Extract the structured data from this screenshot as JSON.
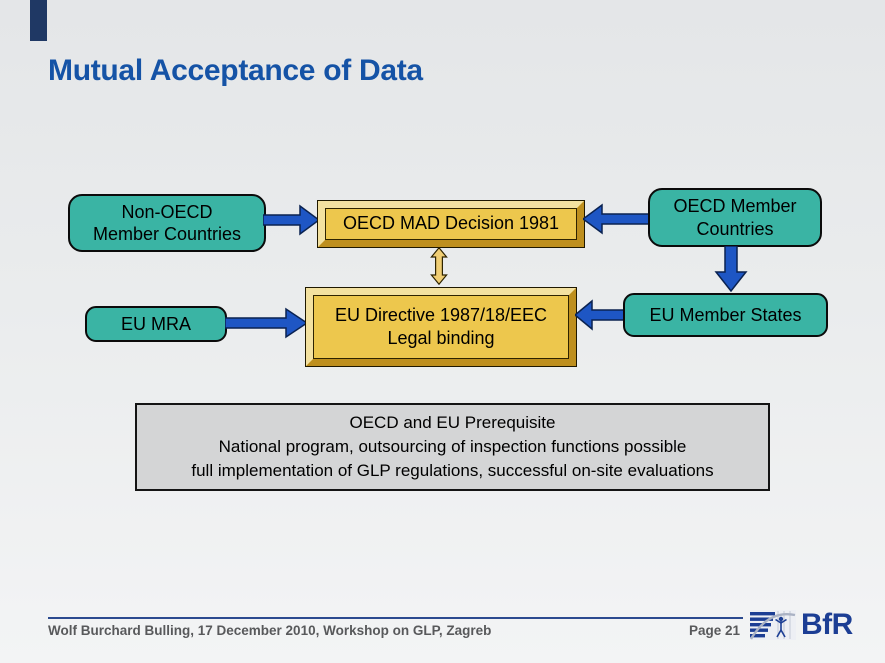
{
  "slide": {
    "title": "Mutual Acceptance of Data"
  },
  "diagram": {
    "non_oecd": {
      "lines": [
        "Non-OECD",
        "Member Countries"
      ]
    },
    "oecd_mad": {
      "label": "OECD MAD Decision 1981"
    },
    "oecd_member": {
      "lines": [
        "OECD Member",
        "Countries"
      ]
    },
    "eu_mra": {
      "label": "EU MRA"
    },
    "eu_directive": {
      "lines": [
        "EU Directive 1987/18/EEC",
        "Legal binding"
      ]
    },
    "eu_member_states": {
      "label": "EU Member States"
    },
    "prerequisite": {
      "lines": [
        "OECD and EU Prerequisite",
        "National program, outsourcing of inspection functions possible",
        "full implementation of GLP regulations, successful on-site evaluations"
      ]
    }
  },
  "colors": {
    "title_blue": "#1553a6",
    "teal_box": "#3ab4a4",
    "gold_box": "#edc74d",
    "gold_arrow": "#f0ce74",
    "arrow_blue": "#1e56c4",
    "prerequisite_gray": "#d4d5d6",
    "footer_text_gray": "#58595b",
    "logo_navy": "#1c3e94",
    "corner_bar_navy": "#1f3864"
  },
  "footer": {
    "credit": "Wolf Burchard Bulling, 17 December 2010, Workshop on GLP, Zagreb",
    "page_label": "Page 21",
    "logo_text": "BfR"
  }
}
